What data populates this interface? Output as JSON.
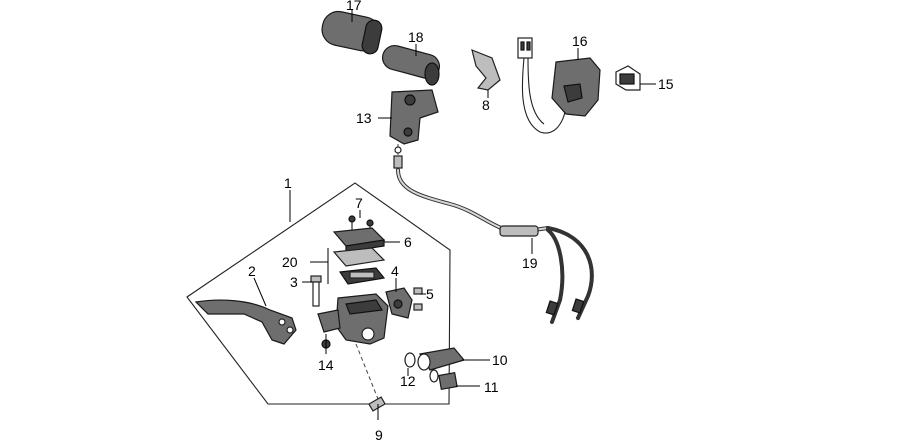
{
  "callouts": {
    "n1": "1",
    "n2": "2",
    "n3": "3",
    "n4": "4",
    "n5": "5",
    "n6": "6",
    "n7": "7",
    "n8": "8",
    "n9": "9",
    "n10": "10",
    "n11": "11",
    "n12": "12",
    "n13": "13",
    "n14": "14",
    "n15": "15",
    "n16": "16",
    "n17": "17",
    "n18": "18",
    "n19": "19",
    "n20": "20"
  },
  "colors": {
    "part_fill": "#6e6e6e",
    "part_dark": "#3c3c3c",
    "part_light": "#bdbdbd",
    "line": "#000000",
    "background": "#ffffff"
  }
}
